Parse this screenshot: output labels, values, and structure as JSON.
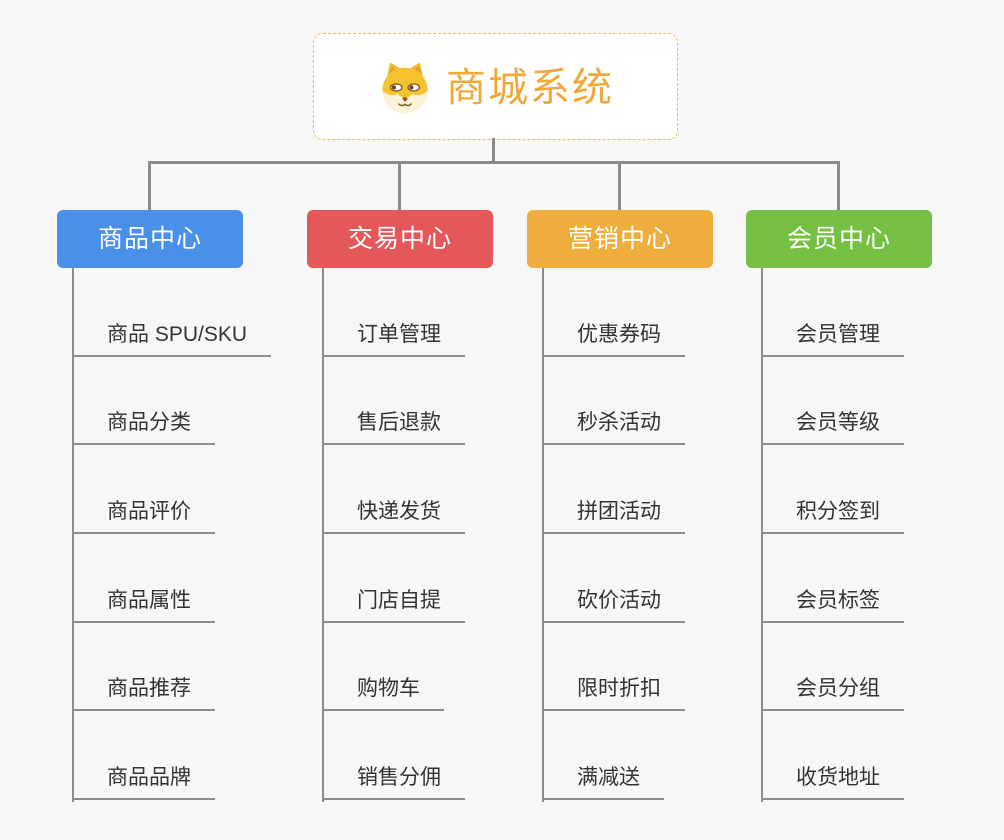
{
  "root": {
    "title": "商城系统",
    "title_color": "#f1a83b",
    "icon": "dog-face-icon"
  },
  "branches": [
    {
      "label": "商品中心",
      "color": "#4a8fe8",
      "children": [
        "商品 SPU/SKU",
        "商品分类",
        "商品评价",
        "商品属性",
        "商品推荐",
        "商品品牌"
      ]
    },
    {
      "label": "交易中心",
      "color": "#e4585a",
      "children": [
        "订单管理",
        "售后退款",
        "快递发货",
        "门店自提",
        "购物车",
        "销售分佣"
      ]
    },
    {
      "label": "营销中心",
      "color": "#efad3d",
      "children": [
        "优惠券码",
        "秒杀活动",
        "拼团活动",
        "砍价活动",
        "限时折扣",
        "满减送"
      ]
    },
    {
      "label": "会员中心",
      "color": "#75c043",
      "children": [
        "会员管理",
        "会员等级",
        "积分签到",
        "会员标签",
        "会员分组",
        "收货地址"
      ]
    }
  ],
  "colors": {
    "background": "#f7f7f7",
    "connector_line": "#8a8a8a",
    "leaf_underline": "#8c8c8c",
    "leaf_text": "#333333",
    "root_border_dash": "#efb863"
  }
}
